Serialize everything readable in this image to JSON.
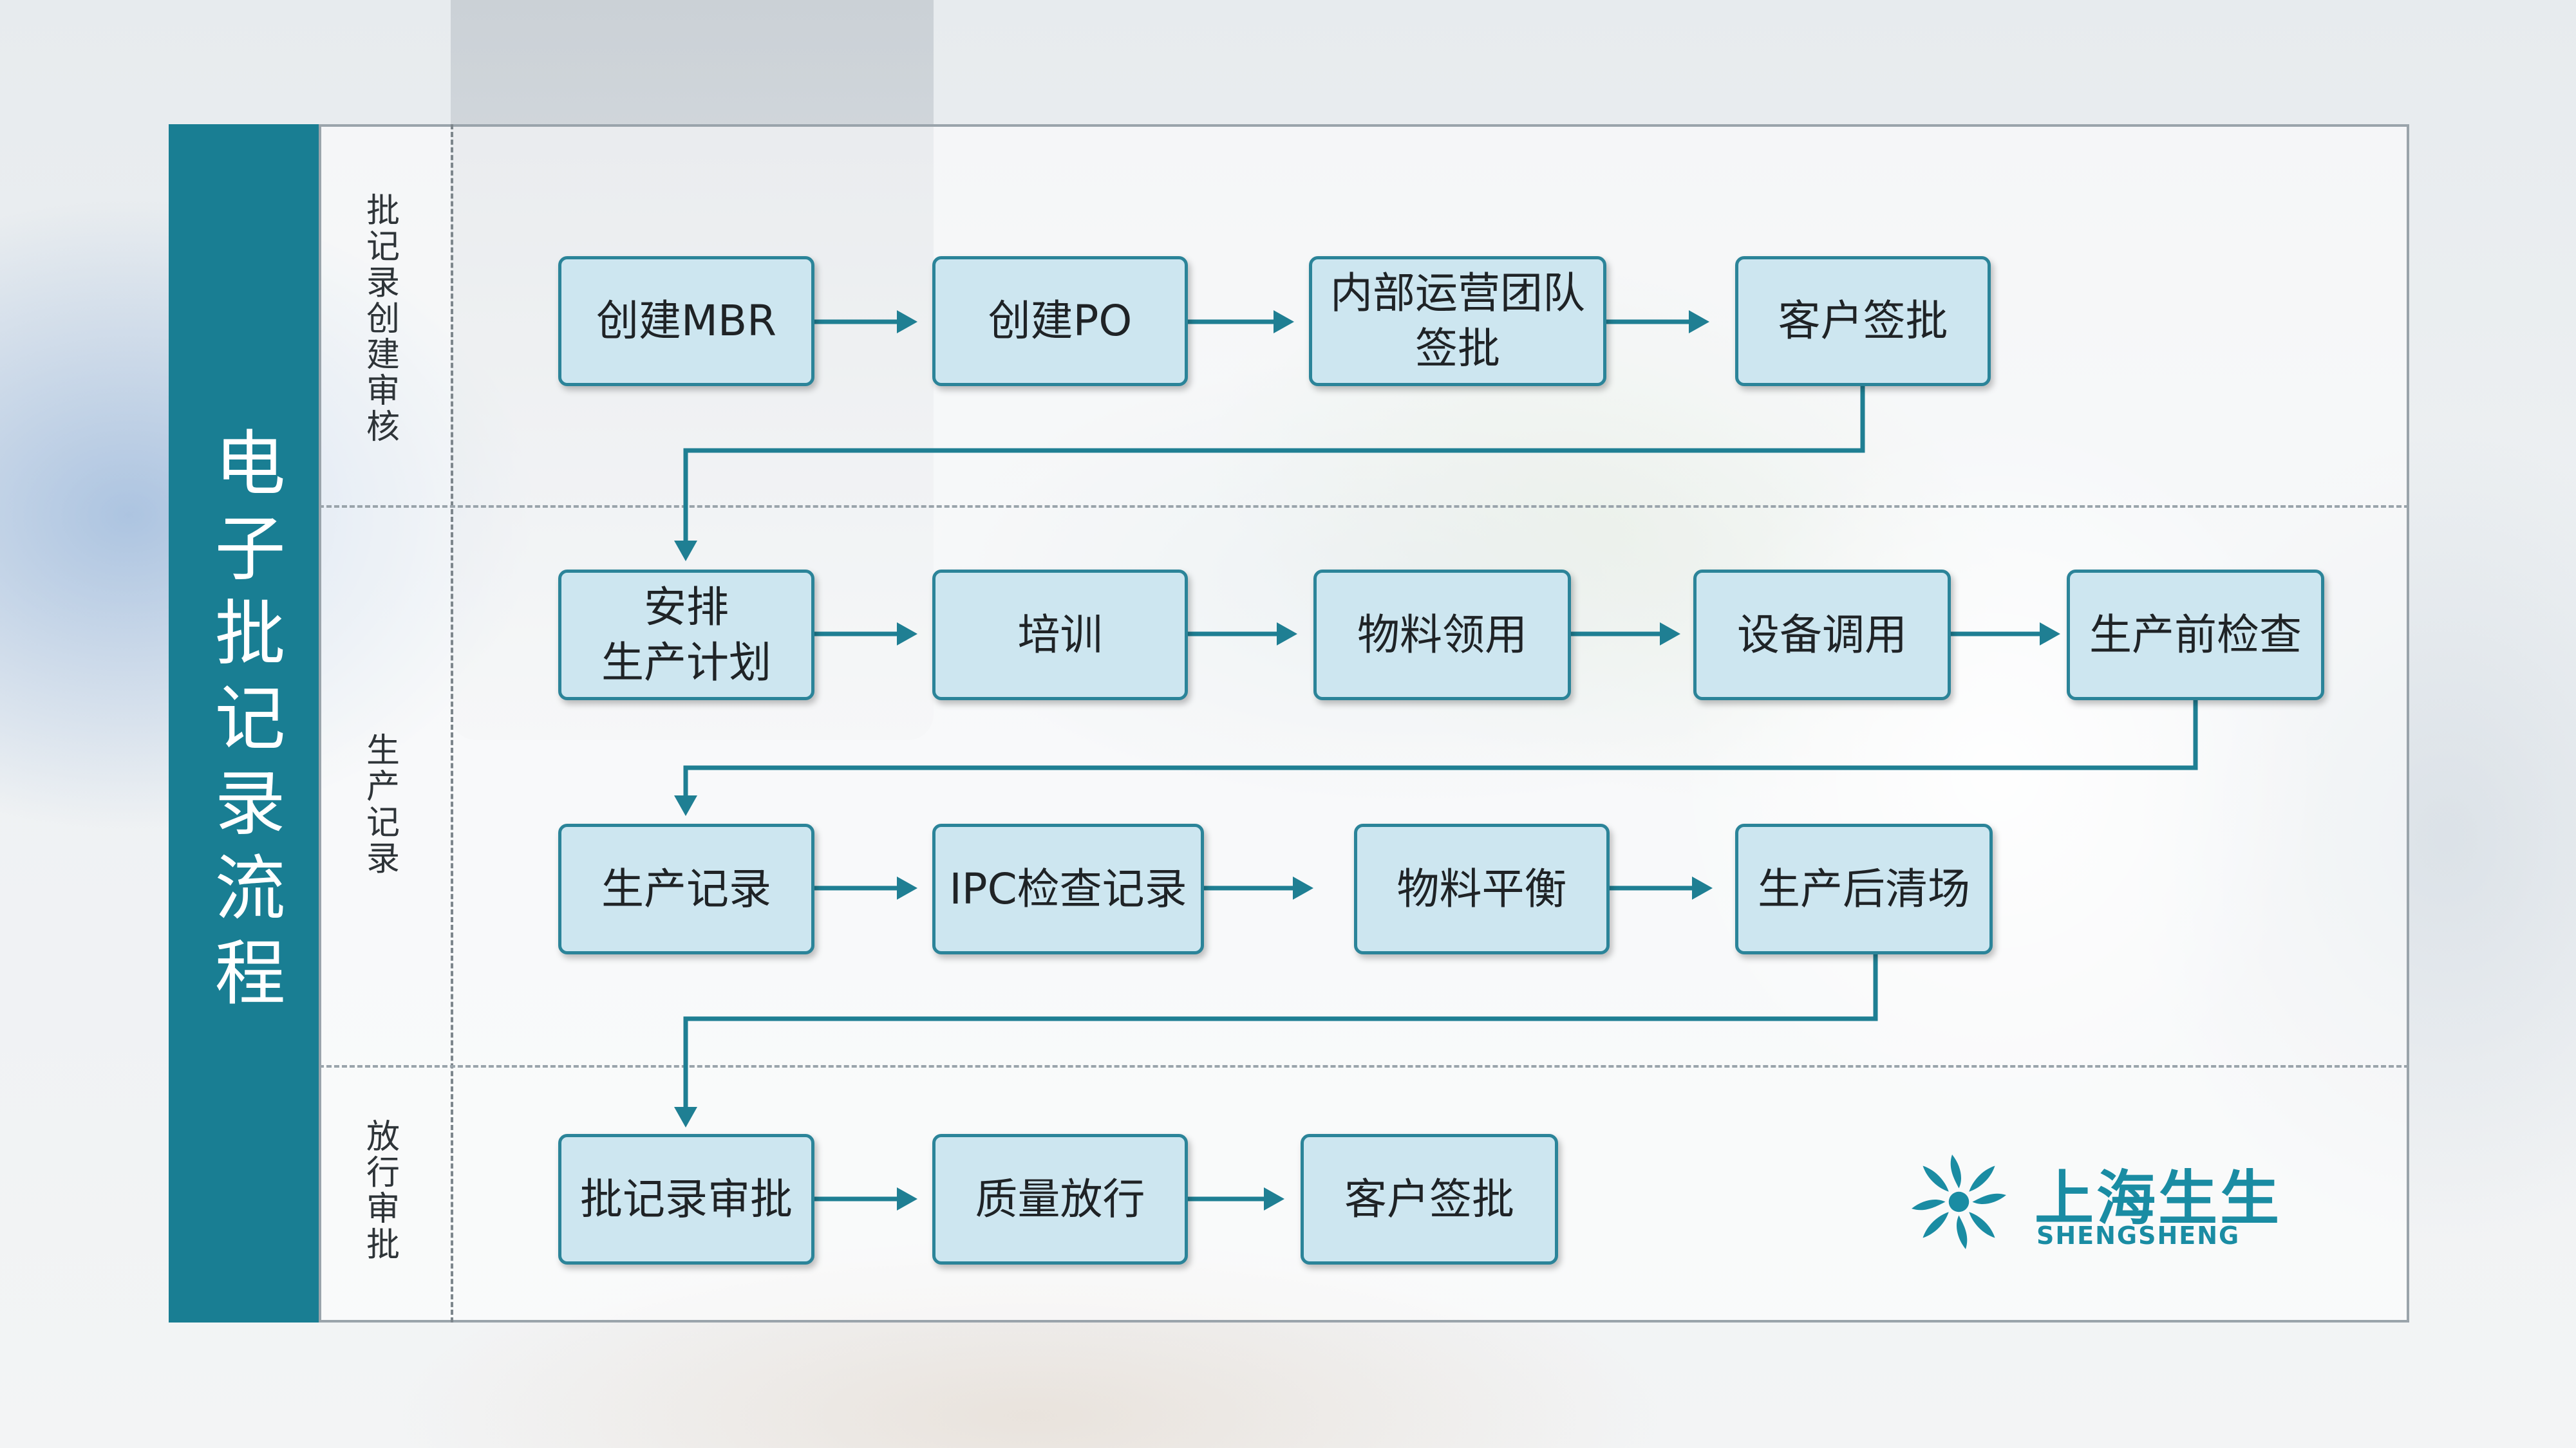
{
  "diagram": {
    "title": "电子批记录流程",
    "lanes": [
      {
        "id": "lane1",
        "label": "批记录创建审核"
      },
      {
        "id": "lane2",
        "label": "生产记录"
      },
      {
        "id": "lane3",
        "label": "放行审批"
      }
    ],
    "row1": [
      {
        "label": "创建MBR"
      },
      {
        "label": "创建PO"
      },
      {
        "label": "内部运营团队\n签批"
      },
      {
        "label": "客户签批"
      }
    ],
    "row2": [
      {
        "label": "安排\n生产计划"
      },
      {
        "label": "培训"
      },
      {
        "label": "物料领用"
      },
      {
        "label": "设备调用"
      },
      {
        "label": "生产前检查"
      }
    ],
    "row3": [
      {
        "label": "生产记录"
      },
      {
        "label": "IPC检查记录"
      },
      {
        "label": "物料平衡"
      },
      {
        "label": "生产后清场"
      }
    ],
    "row4": [
      {
        "label": "批记录审批"
      },
      {
        "label": "质量放行"
      },
      {
        "label": "客户签批"
      }
    ]
  },
  "logo": {
    "name": "上海生生",
    "subtitle": "SHENGSHENG",
    "icon": "shengsheng-logo-mark"
  },
  "colors": {
    "band": "#197e93",
    "box_fill": "#cde6f0",
    "box_border": "#2b8499",
    "arrow": "#1f7f93",
    "logo": "#1a8ca3"
  }
}
